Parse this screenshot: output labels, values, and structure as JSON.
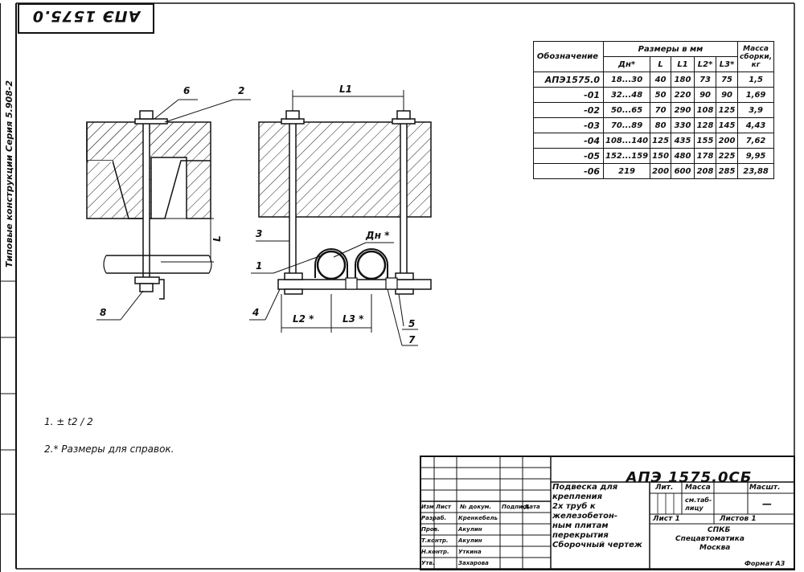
{
  "stamp_top_left": "АПЭ 1575.0",
  "side_text": "Типовые конструкции  Серия 5.908-2",
  "drawing_labels": {
    "item_6": "6",
    "item_2": "2",
    "item_3": "3",
    "item_1": "1",
    "item_4": "4",
    "item_8": "8",
    "item_5": "5",
    "item_7": "7",
    "dim_L1": "L1",
    "dim_L": "L",
    "dim_Dn": "Дн *",
    "dim_L2": "L2 *",
    "dim_L3": "L3 *"
  },
  "table": {
    "header_designation": "Обозначение",
    "header_dims": "Размеры в мм",
    "header_mass": "Масса сборки, кг",
    "sub_headers": [
      "Дн*",
      "L",
      "L1",
      "L2*",
      "L3*"
    ],
    "rows": [
      {
        "des": "АПЭ1575.0",
        "dn": "18...30",
        "l": "40",
        "l1": "180",
        "l2": "73",
        "l3": "75",
        "m": "1,5"
      },
      {
        "des": "-01",
        "dn": "32...48",
        "l": "50",
        "l1": "220",
        "l2": "90",
        "l3": "90",
        "m": "1,69"
      },
      {
        "des": "-02",
        "dn": "50...65",
        "l": "70",
        "l1": "290",
        "l2": "108",
        "l3": "125",
        "m": "3,9"
      },
      {
        "des": "-03",
        "dn": "70...89",
        "l": "80",
        "l1": "330",
        "l2": "128",
        "l3": "145",
        "m": "4,43"
      },
      {
        "des": "-04",
        "dn": "108...140",
        "l": "125",
        "l1": "435",
        "l2": "155",
        "l3": "200",
        "m": "7,62"
      },
      {
        "des": "-05",
        "dn": "152...159",
        "l": "150",
        "l1": "480",
        "l2": "178",
        "l3": "225",
        "m": "9,95"
      },
      {
        "des": "-06",
        "dn": "219",
        "l": "200",
        "l1": "600",
        "l2": "208",
        "l3": "285",
        "m": "23,88"
      }
    ]
  },
  "notes": {
    "n1_prefix": "1.",
    "n1_value": "± t2 / 2",
    "n2": "2.* Размеры для справок."
  },
  "title_block": {
    "code": "АПЭ 1575.0СБ",
    "name_l1": "Подвеска для крепления",
    "name_l2": "2х труб к железобетон-",
    "name_l3": "ным плитам перекрытия",
    "name_l4": "Сборочный чертеж",
    "col_lit": "Лит.",
    "col_mass": "Масса",
    "col_scale": "Масшт.",
    "mass_value": "см.таб-лицу",
    "scale_value": "—",
    "sheet": "Лист 1",
    "sheets": "Листов 1",
    "org_l1": "СПКБ",
    "org_l2": "Спецавтоматика",
    "org_l3": "Москва",
    "format": "Формат А3",
    "head_izm": "Изм",
    "head_list": "Лист",
    "head_doc": "№ докум.",
    "head_sign": "Подпись",
    "head_date": "Дата",
    "r_razrab": "Разраб.",
    "n_razrab": "Кренкебель",
    "r_prov": "Пров.",
    "n_prov": "Акулин",
    "r_tkontr": "Т.контр.",
    "n_tkontr": "Акулин",
    "r_nkontr": "Н.контр.",
    "n_nkontr": "Уткина",
    "r_utv": "Утв.",
    "n_utv": "Захарова"
  }
}
